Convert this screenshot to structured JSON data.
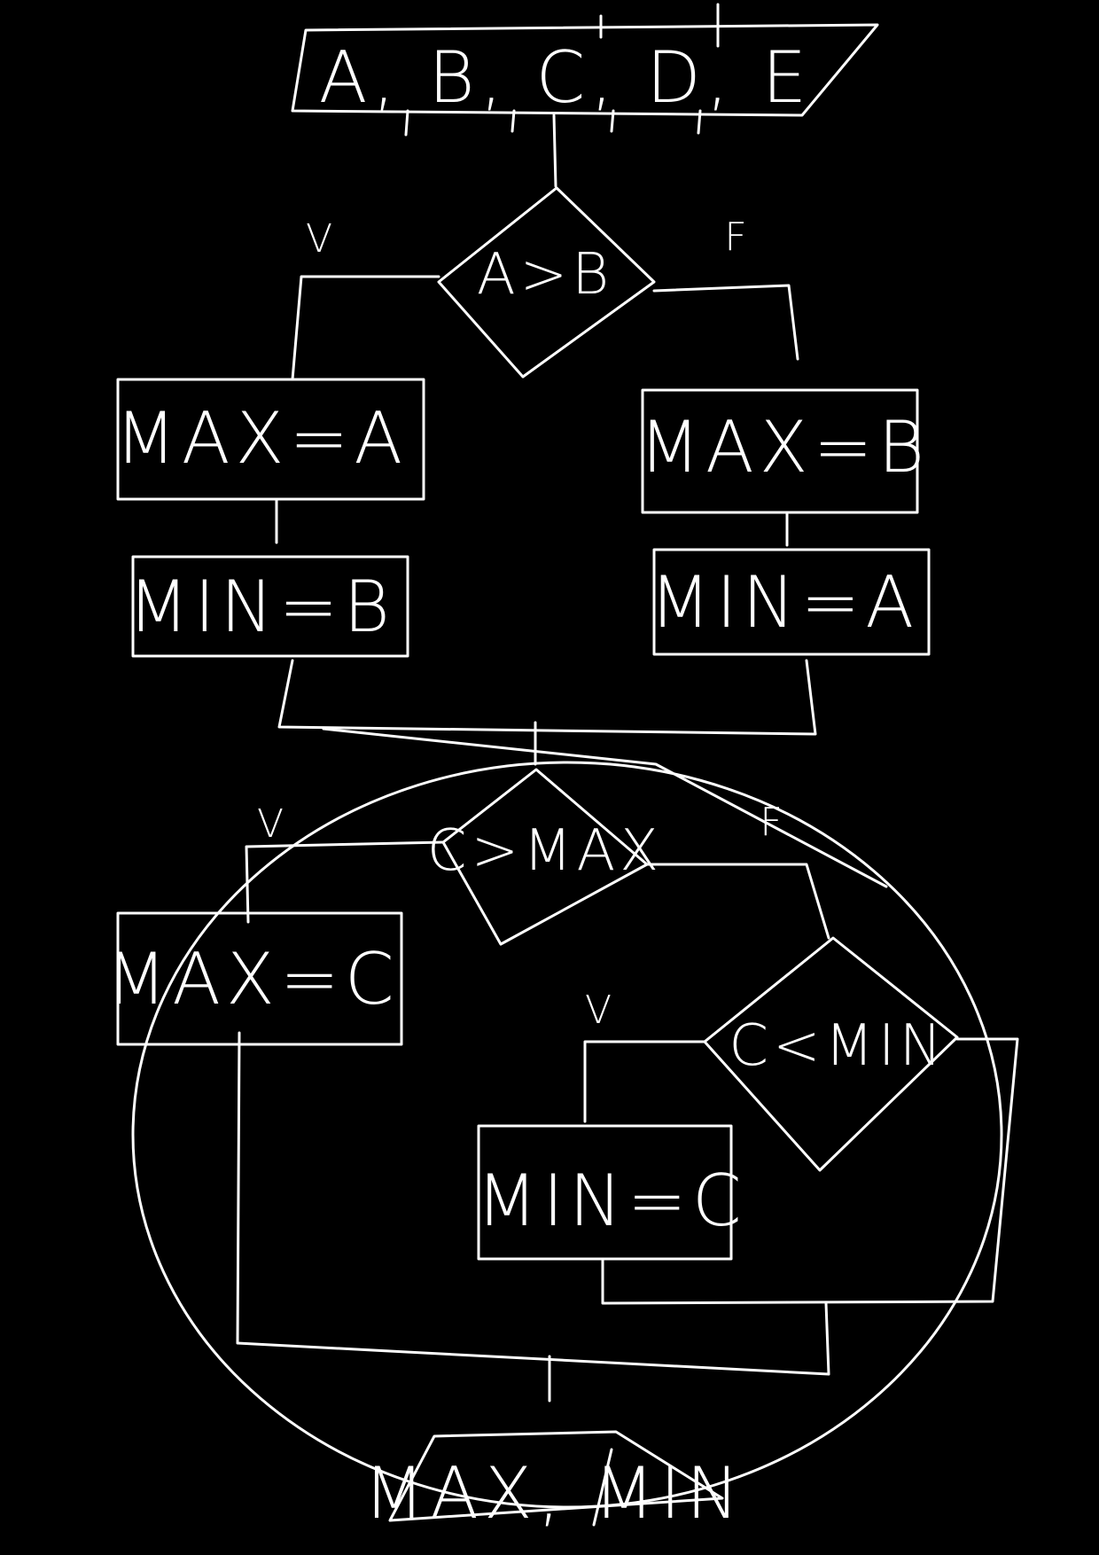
{
  "diagram": {
    "input": "A, B, C, D, E",
    "decision1": "A>B",
    "branch_true": "V",
    "branch_false": "F",
    "left1_max": "MAX=A",
    "left1_min": "MIN=B",
    "right1_max": "MAX=B",
    "right1_min": "MIN=A",
    "decision2": "C>MAX",
    "left2_max": "MAX=C",
    "decision3": "C<MIN",
    "mid3_min": "MIN=C",
    "output": "MAX, MIN"
  },
  "colors": {
    "background": "#000000",
    "stroke": "#ffffff"
  }
}
